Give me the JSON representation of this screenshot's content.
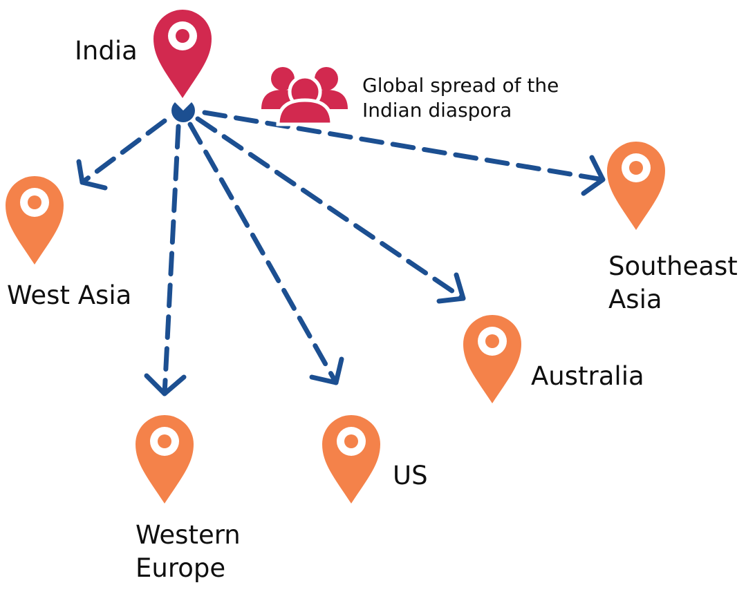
{
  "colors": {
    "arrow": "#1c4f91",
    "origin_pin": "#d2294f",
    "destination_pin": "#f4824a",
    "pin_hole": "#ffffff",
    "people_icon": "#d2294f",
    "text": "#0f0f0f"
  },
  "icons": {
    "origin": "map-pin-icon",
    "destinations": "map-pin-icon",
    "people": "people-group-icon"
  },
  "origin": {
    "label": "India"
  },
  "caption": {
    "line1": "Global spread of the",
    "line2": "Indian diaspora"
  },
  "destinations": [
    {
      "id": "west-asia",
      "line1": "West Asia",
      "line2": ""
    },
    {
      "id": "western-europe",
      "line1": "Western",
      "line2": "Europe"
    },
    {
      "id": "us",
      "line1": "US",
      "line2": ""
    },
    {
      "id": "australia",
      "line1": "Australia",
      "line2": ""
    },
    {
      "id": "southeast-asia",
      "line1": "Southeast",
      "line2": "Asia"
    }
  ]
}
